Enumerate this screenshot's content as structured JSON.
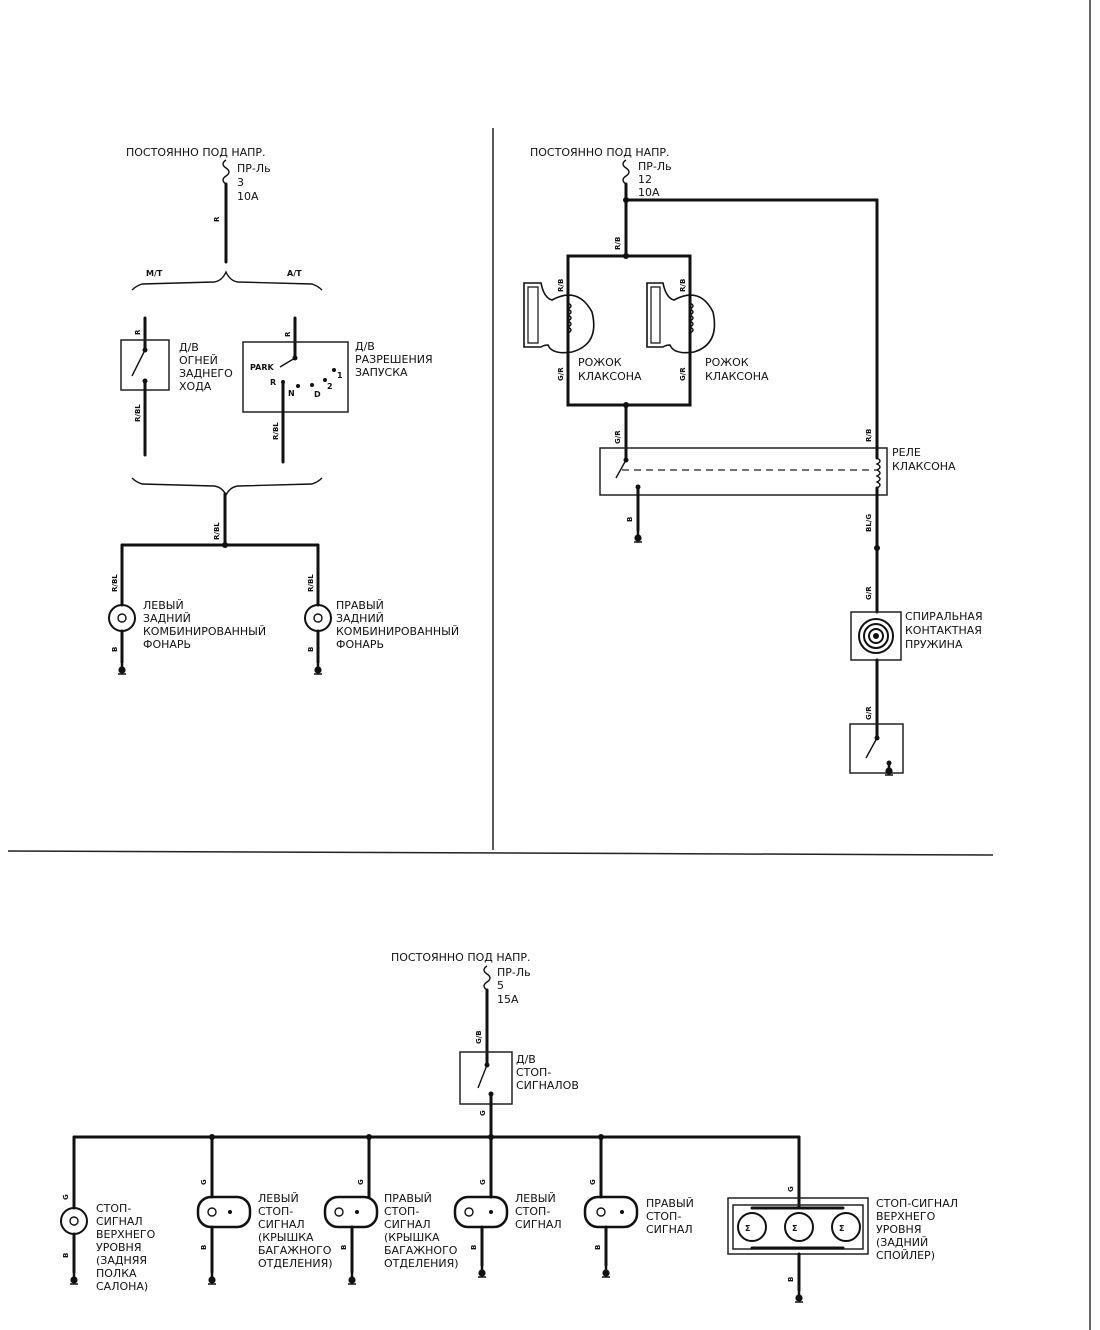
{
  "sections": {
    "reverse": {
      "power": "ПОСТОЯННО ПОД НАПР.",
      "fuse": [
        "ПР-Ль",
        "3",
        "10A"
      ],
      "wire_top": "R",
      "mt": "M/T",
      "at": "A/T",
      "switch1_wire_in": "R",
      "switch1_wire_out": "R/BL",
      "switch1_label": [
        "Д/В",
        "ОГНЕЙ",
        "ЗАДНЕГО",
        "ХОДА"
      ],
      "switch2_wire_in": "R",
      "switch2_wire_out": "R/BL",
      "switch2_label": [
        "Д/В",
        "РАЗРЕШЕНИЯ",
        "ЗАПУСКА"
      ],
      "positions": [
        "PARK",
        "R",
        "N",
        "D",
        "2",
        "1"
      ],
      "wire_join": "R/BL",
      "lamp_wire": "R/BL",
      "ground_wire": "B",
      "left_lamp": [
        "ЛЕВЫЙ",
        "ЗАДНИЙ",
        "КОМБИНИРОВАННЫЙ",
        "ФОНАРЬ"
      ],
      "right_lamp": [
        "ПРАВЫЙ",
        "ЗАДНИЙ",
        "КОМБИНИРОВАННЫЙ",
        "ФОНАРЬ"
      ]
    },
    "horn": {
      "power": "ПОСТОЯННО ПОД НАПР.",
      "fuse": [
        "ПР-Ль",
        "12",
        "10A"
      ],
      "wire_top": "R/B",
      "horn_wire_in": "R/B",
      "horn_wire_out": "G/R",
      "horn_label": [
        "РОЖОК",
        "КЛАКСОНА"
      ],
      "relay_wire_in": "G/R",
      "relay_coil_wire": "R/B",
      "relay_label": [
        "РЕЛЕ",
        "КЛАКСОНА"
      ],
      "relay_ground_wire": "B",
      "relay_out_wire": "BL/G",
      "spring_wire": "G/R",
      "spring_label": [
        "СПИРАЛЬНАЯ",
        "КОНТАКТНАЯ",
        "ПРУЖИНА"
      ],
      "switch_wire": "G/R"
    },
    "stop": {
      "power": "ПОСТОЯННО ПОД НАПР.",
      "fuse": [
        "ПР-Ль",
        "5",
        "15A"
      ],
      "wire_top": "G/B",
      "switch_label": [
        "Д/В",
        "СТОП-",
        "СИГНАЛОВ"
      ],
      "switch_out_wire": "G",
      "wire_g": "G",
      "wire_b": "B",
      "lamp_symbol": "Σ",
      "lamps": [
        [
          "СТОП-",
          "СИГНАЛ",
          "ВЕРХНЕГО",
          "УРОВНЯ",
          "(ЗАДНЯЯ",
          "ПОЛКА",
          "САЛОНА)"
        ],
        [
          "ЛЕВЫЙ",
          "СТОП-",
          "СИГНАЛ",
          "(КРЫШКА",
          "БАГАЖНОГО",
          "ОТДЕЛЕНИЯ)"
        ],
        [
          "ПРАВЫЙ",
          "СТОП-",
          "СИГНАЛ",
          "(КРЫШКА",
          "БАГАЖНОГО",
          "ОТДЕЛЕНИЯ)"
        ],
        [
          "ЛЕВЫЙ",
          "СТОП-",
          "СИГНАЛ"
        ],
        [
          "ПРАВЫЙ",
          "СТОП-",
          "СИГНАЛ"
        ],
        [
          "СТОП-СИГНАЛ",
          "ВЕРХНЕГО",
          "УРОВНЯ",
          "(ЗАДНИЙ",
          "СПОЙЛЕР)"
        ]
      ]
    }
  }
}
